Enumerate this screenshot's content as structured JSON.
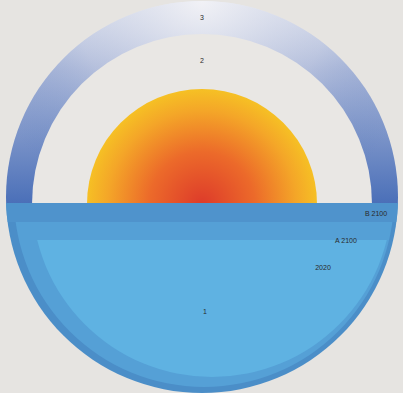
{
  "diagram": {
    "nodes": [
      {
        "text": [
          "3"
        ]
      },
      {
        "text": [
          "2"
        ],
        "in": 0
      },
      {
        "text": [
          "B 2100"
        ]
      },
      {
        "text": [
          "A 2100"
        ],
        "in": 2
      },
      {
        "text": [
          "2020",
          "1"
        ],
        "in": 3
      }
    ]
  }
}
